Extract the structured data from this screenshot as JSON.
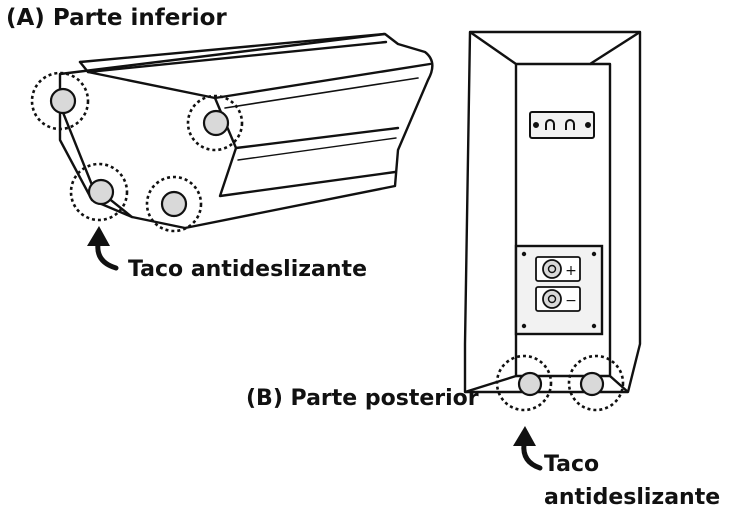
{
  "labels": {
    "part_a": "(A) Parte inferior",
    "taco_a": "Taco antideslizante",
    "part_b": "(B) Parte posterior",
    "taco_b_line1": "Taco",
    "taco_b_line2": "antideslizante"
  },
  "terminals": {
    "plus": "+",
    "minus": "−"
  },
  "colors": {
    "ink": "#111111",
    "foot_fill": "#d9d9d9",
    "panel_fill": "#f2f2f2"
  }
}
